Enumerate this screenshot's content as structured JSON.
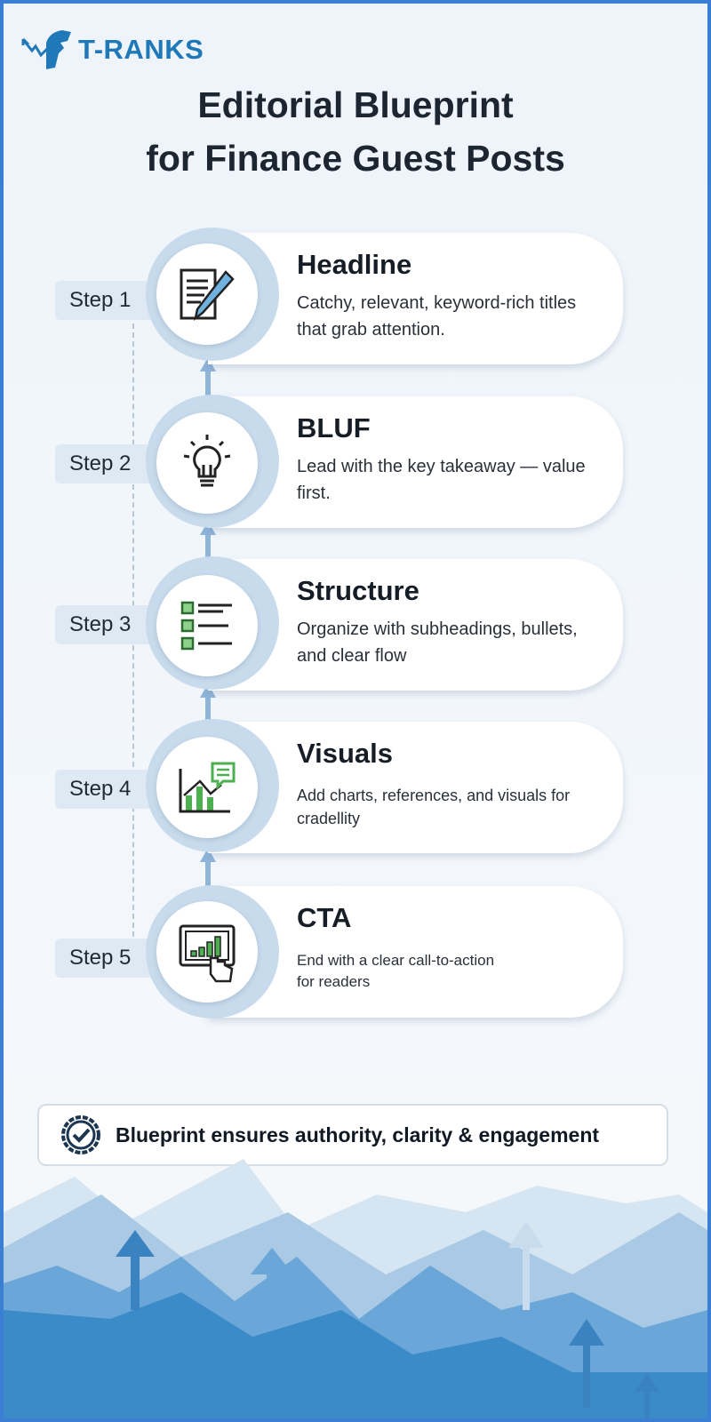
{
  "brand": {
    "name": "T-RANKS",
    "color": "#1f78b8"
  },
  "title": {
    "line1": "Editorial Blueprint",
    "line2": "for Finance Guest Posts"
  },
  "steps": [
    {
      "label": "Step 1",
      "title": "Headline",
      "desc": "Catchy, relevant, keyword-rich titles that grab attention.",
      "icon": "document-pen-icon"
    },
    {
      "label": "Step 2",
      "title": "BLUF",
      "desc": "Lead with the key takeaway — value first.",
      "icon": "lightbulb-icon"
    },
    {
      "label": "Step 3",
      "title": "Structure",
      "desc": "Organize with subheadings, bullets, and clear flow",
      "icon": "checklist-icon"
    },
    {
      "label": "Step 4",
      "title": "Visuals",
      "desc": "Add charts, references, and visuals for cradellity",
      "icon": "chart-comment-icon"
    },
    {
      "label": "Step 5",
      "title": "CTA",
      "desc": "End with a clear call-to-action for readers",
      "icon": "touchscreen-chart-icon"
    }
  ],
  "footer": {
    "text": "Blueprint ensures authority, clarity & engagement",
    "icon": "verified-badge-icon"
  },
  "colors": {
    "border": "#3b7fd4",
    "accent": "#5aa0d6",
    "green": "#4caf50"
  }
}
